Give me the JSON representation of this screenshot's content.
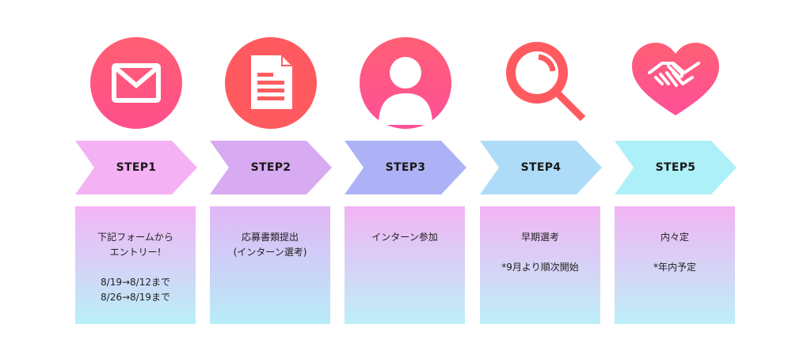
{
  "colors": {
    "icon_gradient_top": "#ff5c78",
    "icon_gradient_bottom": "#ff4f8b",
    "icon_red": "#ff5a5f",
    "chevron_1": "#f4b2f4",
    "chevron_2": "#d6aaf2",
    "chevron_3": "#aeb2f6",
    "chevron_4": "#aedef8",
    "chevron_5": "#aef0f8"
  },
  "steps": [
    {
      "icon": "envelope-icon",
      "label": "STEP1",
      "lines": [
        "下記フォームから",
        "エントリー!"
      ],
      "sublines": [
        "8/19→8/12まで",
        "8/26→8/19まで"
      ]
    },
    {
      "icon": "document-icon",
      "label": "STEP2",
      "lines": [
        "応募書類提出",
        "(インターン選考)"
      ],
      "sublines": []
    },
    {
      "icon": "person-icon",
      "label": "STEP3",
      "lines": [
        "インターン参加"
      ],
      "sublines": []
    },
    {
      "icon": "magnifier-icon",
      "label": "STEP4",
      "lines": [
        "早期選考"
      ],
      "sublines": [
        "*9月より順次開始"
      ]
    },
    {
      "icon": "handshake-heart-icon",
      "label": "STEP5",
      "lines": [
        "内々定"
      ],
      "sublines": [
        "*年内予定"
      ]
    }
  ]
}
